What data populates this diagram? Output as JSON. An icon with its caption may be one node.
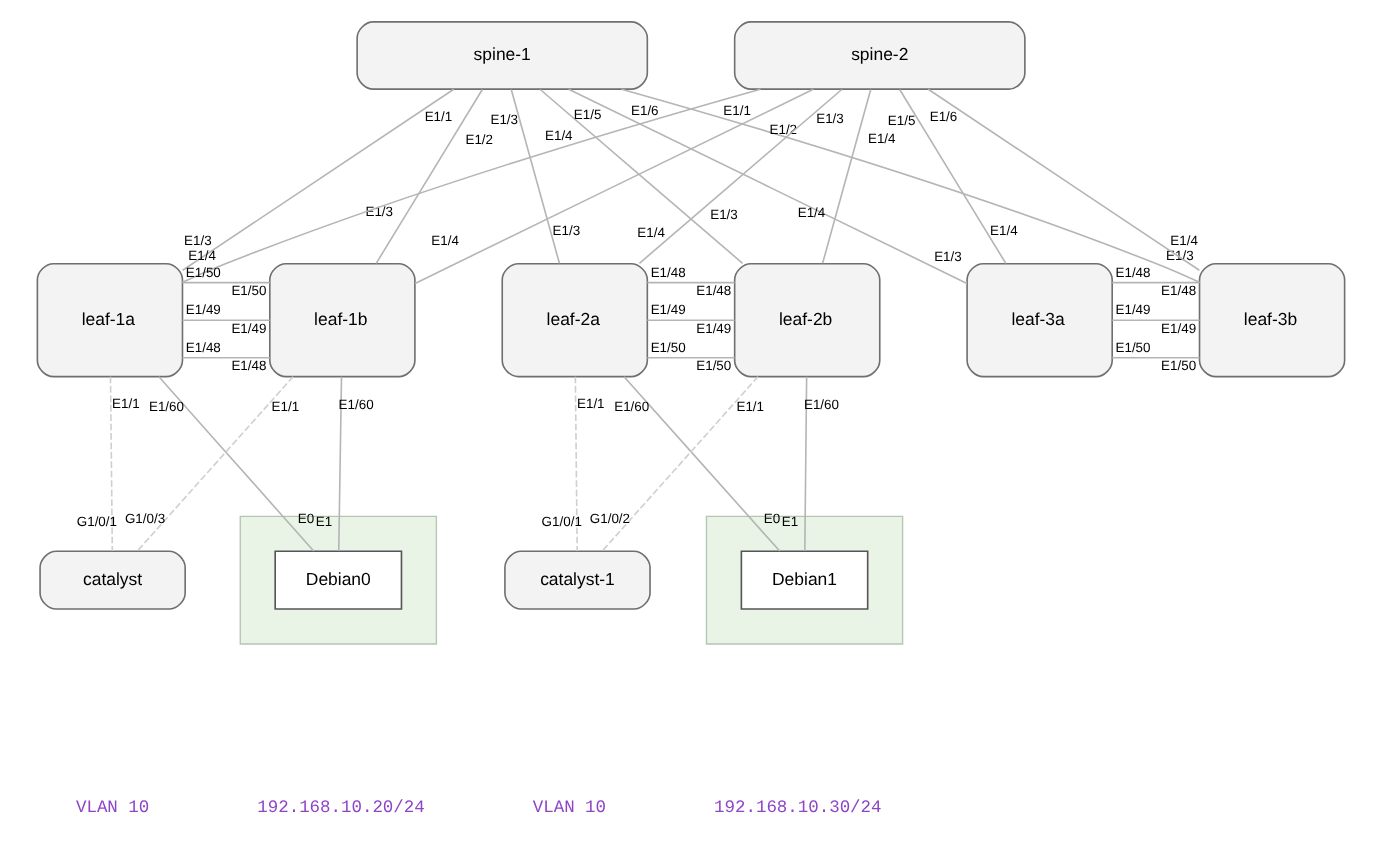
{
  "diagram": {
    "nodes": [
      {
        "text": [
          "spine-1"
        ],
        "beside": [
          "E1/1",
          "E1/2",
          "E1/3",
          "E1/4",
          "E1/5",
          "E1/6"
        ]
      },
      {
        "text": [
          "spine-2"
        ],
        "beside": [
          "E1/1",
          "E1/2",
          "E1/3",
          "E1/4",
          "E1/5",
          "E1/6"
        ]
      },
      {
        "text": [
          "leaf-1a"
        ],
        "beside": [
          "E1/3",
          "E1/4",
          "E1/50",
          "E1/49",
          "E1/48",
          "E1/60",
          "E1/1"
        ]
      },
      {
        "text": [
          "leaf-1b"
        ],
        "beside": [
          "E1/3",
          "E1/4",
          "E1/50",
          "E1/49",
          "E1/48",
          "E1/1",
          "E1/60"
        ]
      },
      {
        "text": [
          "leaf-2a"
        ],
        "beside": [
          "E1/3",
          "E1/4",
          "E1/48",
          "E1/49",
          "E1/50",
          "E1/1",
          "E1/60"
        ]
      },
      {
        "text": [
          "leaf-2b"
        ],
        "beside": [
          "E1/3",
          "E1/4",
          "E1/48",
          "E1/49",
          "E1/50",
          "E1/1",
          "E1/60"
        ]
      },
      {
        "text": [
          "leaf-3a"
        ],
        "beside": [
          "E1/3",
          "E1/4",
          "E1/48",
          "E1/49",
          "E1/50"
        ]
      },
      {
        "text": [
          "leaf-3b"
        ],
        "beside": [
          "E1/3",
          "E1/4",
          "E1/48",
          "E1/49",
          "E1/50"
        ]
      },
      {
        "text": [
          "catalyst"
        ],
        "beside": [
          "G1/0/1",
          "G1/0/3"
        ]
      },
      {
        "text": [
          "catalyst-1"
        ],
        "beside": [
          "G1/0/1",
          "G1/0/2"
        ]
      },
      {
        "text": [],
        "shape": "box"
      },
      {
        "text": [
          "Debian0"
        ],
        "in": 10,
        "beside": [
          "E0",
          "E1"
        ]
      },
      {
        "text": [],
        "shape": "box"
      },
      {
        "text": [
          "Debian1"
        ],
        "in": 12,
        "beside": [
          "E0",
          "E1"
        ]
      }
    ],
    "edges": [
      {
        "from": 0,
        "to": 2,
        "arrow": "none"
      },
      {
        "from": 0,
        "to": 3,
        "arrow": "none"
      },
      {
        "from": 0,
        "to": 4,
        "arrow": "none"
      },
      {
        "from": 0,
        "to": 5,
        "arrow": "none"
      },
      {
        "from": 0,
        "to": 6,
        "arrow": "none"
      },
      {
        "from": 0,
        "to": 7,
        "arrow": "none"
      },
      {
        "from": 1,
        "to": 2,
        "arrow": "none"
      },
      {
        "from": 1,
        "to": 3,
        "arrow": "none"
      },
      {
        "from": 1,
        "to": 4,
        "arrow": "none"
      },
      {
        "from": 1,
        "to": 5,
        "arrow": "none"
      },
      {
        "from": 1,
        "to": 6,
        "arrow": "none"
      },
      {
        "from": 1,
        "to": 7,
        "arrow": "none"
      },
      {
        "from": 2,
        "to": 3,
        "arrow": "none"
      },
      {
        "from": 2,
        "to": 3,
        "arrow": "none"
      },
      {
        "from": 2,
        "to": 3,
        "arrow": "none"
      },
      {
        "from": 4,
        "to": 5,
        "arrow": "none"
      },
      {
        "from": 4,
        "to": 5,
        "arrow": "none"
      },
      {
        "from": 4,
        "to": 5,
        "arrow": "none"
      },
      {
        "from": 6,
        "to": 7,
        "arrow": "none"
      },
      {
        "from": 6,
        "to": 7,
        "arrow": "none"
      },
      {
        "from": 6,
        "to": 7,
        "arrow": "none"
      },
      {
        "from": 2,
        "to": 11,
        "arrow": "none"
      },
      {
        "from": 2,
        "to": 8,
        "arrow": "none",
        "style": "dashed",
        "color": "#cfcfcf"
      },
      {
        "from": 3,
        "to": 8,
        "arrow": "none",
        "style": "dashed",
        "color": "#cfcfcf"
      },
      {
        "from": 3,
        "to": 11,
        "arrow": "none"
      },
      {
        "from": 4,
        "to": 9,
        "arrow": "none",
        "style": "dashed",
        "color": "#cfcfcf"
      },
      {
        "from": 5,
        "to": 9,
        "arrow": "none",
        "style": "dashed",
        "color": "#cfcfcf"
      },
      {
        "from": 4,
        "to": 13,
        "arrow": "none"
      },
      {
        "from": 5,
        "to": 13,
        "arrow": "none"
      }
    ],
    "labels": [
      "VLAN 10",
      "192.168.10.20/24",
      "VLAN 10",
      "192.168.10.30/24"
    ]
  }
}
